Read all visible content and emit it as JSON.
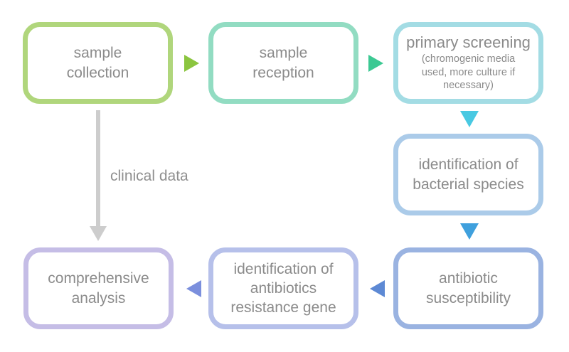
{
  "diagram": {
    "title_visible": false,
    "text_color": "#8b8b8b",
    "nodes": [
      {
        "id": "sample-collection",
        "label": "sample\ncollection",
        "border_color": "#b0d67c"
      },
      {
        "id": "sample-reception",
        "label": "sample\nreception",
        "border_color": "#92dcc2"
      },
      {
        "id": "primary-screening",
        "label": "primary screening",
        "sublabel": "(chromogenic media\nused, more culture if\nnecessary)",
        "border_color": "#a3dce4"
      },
      {
        "id": "identification-of-bacterial-species",
        "label": "identification of\nbacterial species",
        "border_color": "#abcbe9"
      },
      {
        "id": "antibiotic-susceptibility",
        "label": "antibiotic\nsusceptibility",
        "border_color": "#9ab3e1"
      },
      {
        "id": "identification-of-antibiotics-resistance-gene",
        "label": "identification of\nantibiotics\nresistance gene",
        "border_color": "#b6c0ea"
      },
      {
        "id": "comprehensive-analysis",
        "label": "comprehensive\nanalysis",
        "border_color": "#c5bde6"
      }
    ],
    "edges": [
      {
        "from": "sample collection",
        "to": "sample reception",
        "direction": "right",
        "color": "#8bc53f"
      },
      {
        "from": "sample reception",
        "to": "primary screening",
        "direction": "right",
        "color": "#3cc993"
      },
      {
        "from": "primary screening",
        "to": "identification of bacterial species",
        "direction": "down",
        "color": "#49c9e2"
      },
      {
        "from": "identification of bacterial species",
        "to": "antibiotic susceptibility",
        "direction": "down",
        "color": "#3fa0dd"
      },
      {
        "from": "antibiotic susceptibility",
        "to": "identification of antibiotics resistance gene",
        "direction": "left",
        "color": "#5d89d4"
      },
      {
        "from": "identification of antibiotics resistance gene",
        "to": "comprehensive analysis",
        "direction": "left",
        "color": "#7b8fdd"
      },
      {
        "from": "sample collection",
        "to": "comprehensive analysis",
        "direction": "down",
        "color": "#cdcdcd",
        "label": "clinical data"
      }
    ]
  }
}
